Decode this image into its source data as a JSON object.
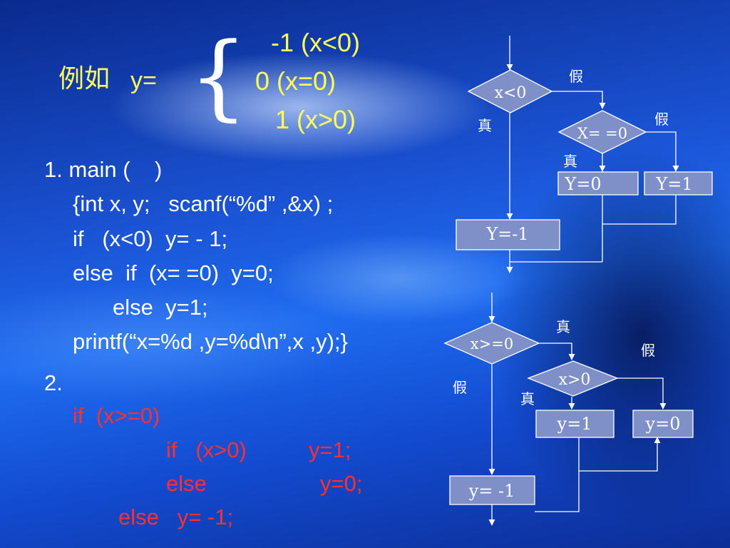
{
  "header": {
    "prefix": "例如",
    "y_eq": "y=",
    "cases": [
      "-1 (x<0)",
      "0 (x=0)",
      "1 (x>0)"
    ]
  },
  "code1": {
    "lines": [
      "1. main (    )",
      "{int x, y;   scanf(“%d” ,&x) ;",
      "if   (x<0)  y= - 1;",
      "else  if  (x= =0)  y=0;",
      "else  y=1;",
      "printf(“x=%d ,y=%d\\n”,x ,y);}"
    ]
  },
  "code2": {
    "label": "2.",
    "line1": "if  (x>=0)",
    "line2_a": "if   (x>0)",
    "line2_b": "y=1;",
    "line3_a": "else",
    "line3_b": "y=0;",
    "line4": "else   y= -1;"
  },
  "flow1": {
    "cond1": "x<0",
    "cond2": "X= =0",
    "box_y0": "Y=0",
    "box_y1": "Y=1",
    "box_yneg": "Y=-1",
    "false1": "假",
    "true1": "真",
    "false2": "假",
    "true2": "真"
  },
  "flow2": {
    "cond1": "x>=0",
    "cond2": "x>0",
    "box_y1": "y=1",
    "box_y0": "y=0",
    "box_yneg": "y= -1",
    "true1": "真",
    "false1": "假",
    "false2": "假",
    "true2": "真"
  },
  "colors": {
    "yellow": "#ffff55",
    "red": "#ff3030",
    "box_fill": "#7f8fc8"
  }
}
